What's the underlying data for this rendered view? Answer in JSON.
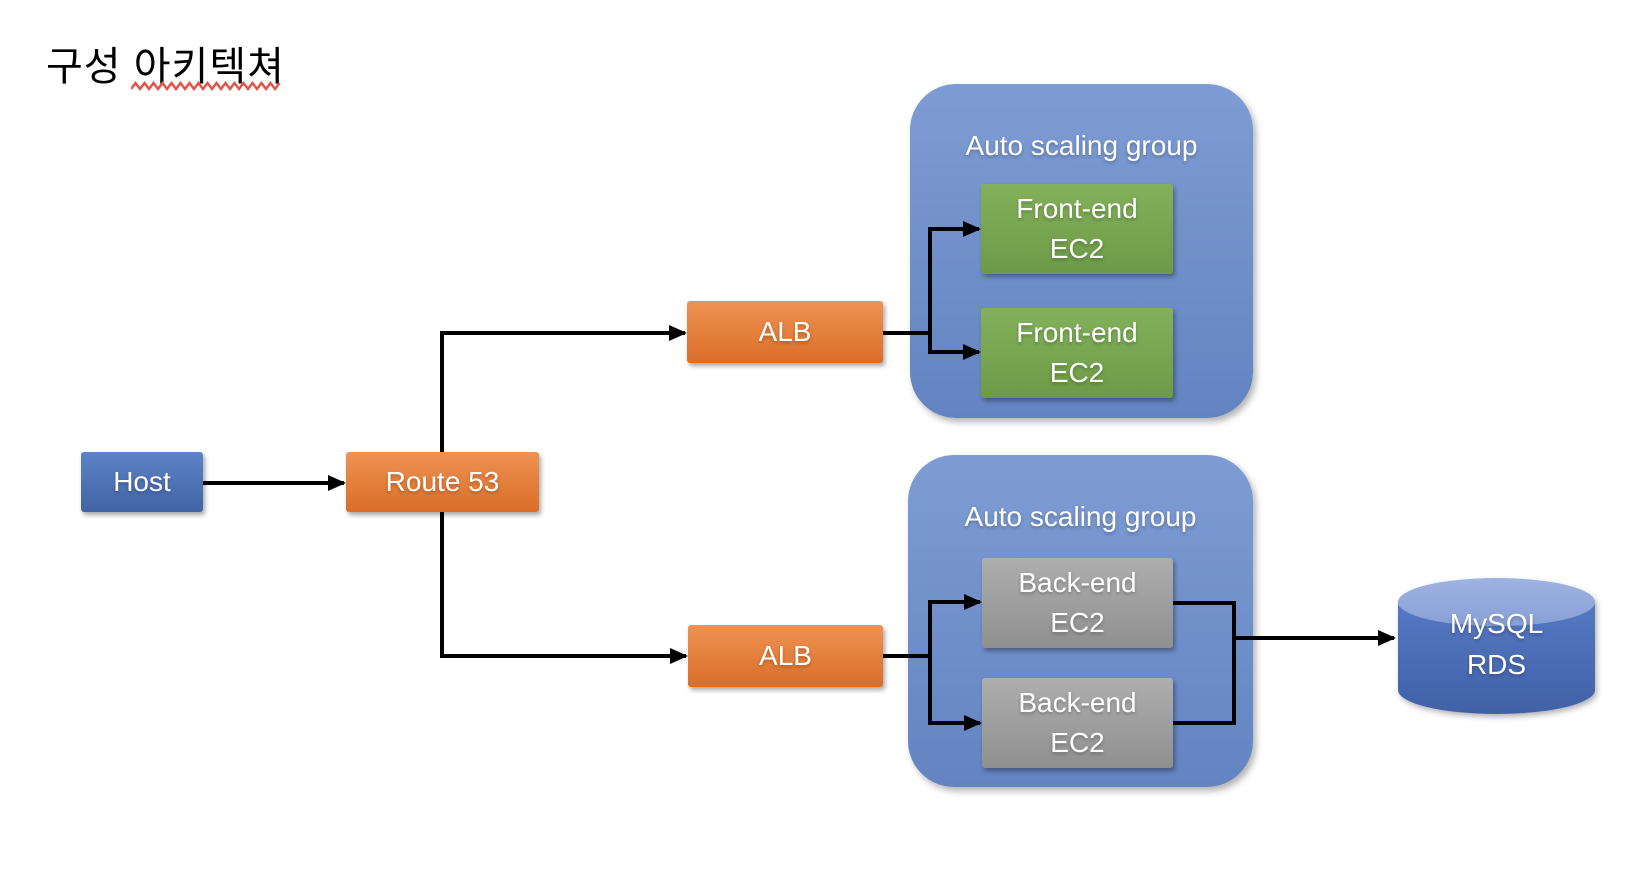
{
  "title": {
    "text": "구성 아키텍쳐",
    "word1": "구성 ",
    "word2": "아키텍쳐"
  },
  "diagram": {
    "host": {
      "label": "Host"
    },
    "route53": {
      "label": "Route 53"
    },
    "alb_top": {
      "label": "ALB"
    },
    "alb_bottom": {
      "label": "ALB"
    },
    "asg_top": {
      "label": "Auto scaling group",
      "instance1": {
        "line1": "Front-end",
        "line2": "EC2"
      },
      "instance2": {
        "line1": "Front-end",
        "line2": "EC2"
      }
    },
    "asg_bottom": {
      "label": "Auto scaling group",
      "instance1": {
        "line1": "Back-end",
        "line2": "EC2"
      },
      "instance2": {
        "line1": "Back-end",
        "line2": "EC2"
      }
    },
    "rds": {
      "line1": "MySQL",
      "line2": "RDS"
    }
  },
  "colors": {
    "host_blue": "#4e71b4",
    "orange": "#e38140",
    "green": "#77a550",
    "gray": "#9e9e9e",
    "group_blue": "#7090cb",
    "cylinder_body_blue": "#4b6db8",
    "cylinder_top_blue": "#93a9db",
    "connector_black": "#000000",
    "squiggle_red": "#e65143",
    "label_white": "#ffffff",
    "title_black": "#000000"
  }
}
